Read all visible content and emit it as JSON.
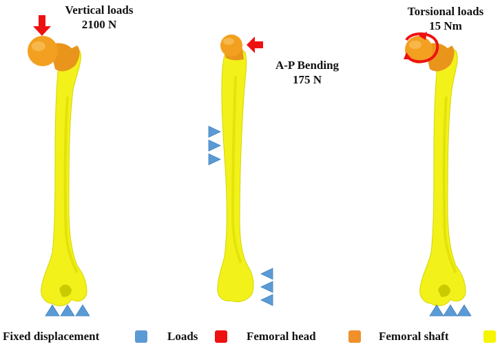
{
  "panels": {
    "vertical": {
      "line1": "Vertical loads",
      "line2": "2100 N"
    },
    "bending": {
      "line1": "A-P Bending",
      "line2": "175 N"
    },
    "torsional": {
      "line1": "Torsional loads",
      "line2": "15 Nm"
    }
  },
  "legend": {
    "items": [
      {
        "label": "Fixed displacement",
        "color": "#5b9bd5"
      },
      {
        "label": "Loads",
        "color": "#ee1111"
      },
      {
        "label": "Femoral head",
        "color": "#f0902a"
      },
      {
        "label": "Femoral shaft",
        "color": "#f5f500"
      }
    ]
  },
  "colors": {
    "shaft": "#f2f21a",
    "shaft_shade": "#c9c900",
    "head": "#f3a020",
    "neck": "#e9951c",
    "load": "#ee1111",
    "fixed": "#5b9bd5"
  }
}
